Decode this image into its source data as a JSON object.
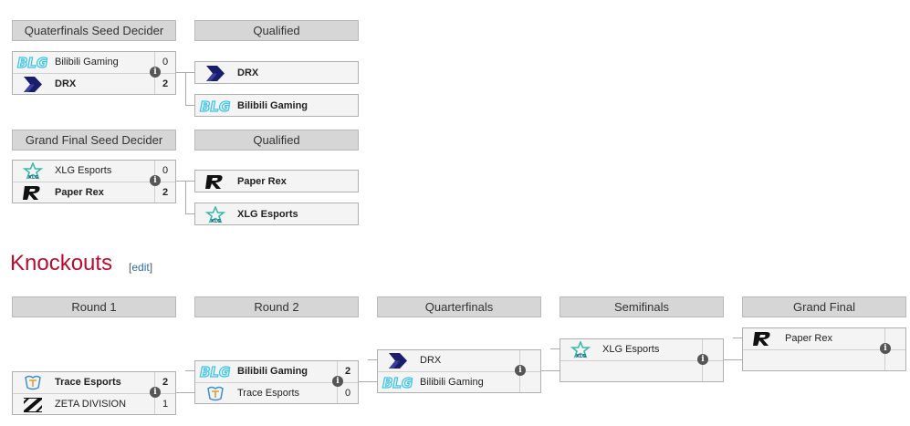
{
  "sections": {
    "knockouts_title": "Knockouts",
    "edit_label": "edit"
  },
  "qf_seed": {
    "header": "Quaterfinals Seed Decider",
    "team1": {
      "name": "Bilibili Gaming",
      "score": "0"
    },
    "team2": {
      "name": "DRX",
      "score": "2"
    },
    "qualified_header": "Qualified",
    "qualified1": "DRX",
    "qualified2": "Bilibili Gaming"
  },
  "gf_seed": {
    "header": "Grand Final Seed Decider",
    "team1": {
      "name": "XLG Esports",
      "score": "0"
    },
    "team2": {
      "name": "Paper Rex",
      "score": "2"
    },
    "qualified_header": "Qualified",
    "qualified1": "Paper Rex",
    "qualified2": "XLG Esports"
  },
  "rounds": [
    "Round 1",
    "Round 2",
    "Quarterfinals",
    "Semifinals",
    "Grand Final"
  ],
  "r1": {
    "team1": {
      "name": "Trace Esports",
      "score": "2"
    },
    "team2": {
      "name": "ZETA DIVISION",
      "score": "1"
    }
  },
  "r2": {
    "team1": {
      "name": "Bilibili Gaming",
      "score": "2"
    },
    "team2": {
      "name": "Trace Esports",
      "score": "0"
    }
  },
  "qf": {
    "team1": {
      "name": "DRX"
    },
    "team2": {
      "name": "Bilibili Gaming"
    }
  },
  "sf": {
    "team1": {
      "name": "XLG Esports"
    }
  },
  "gf": {
    "team1": {
      "name": "Paper Rex"
    }
  },
  "info_glyph": "i",
  "colors": {
    "title_red": "#ba0c2f",
    "link_blue": "#2a6db0",
    "blg_cyan": "#3fc6e8",
    "xlg_teal": "#3bb8a8",
    "drx_navy": "#1a1d6b"
  }
}
